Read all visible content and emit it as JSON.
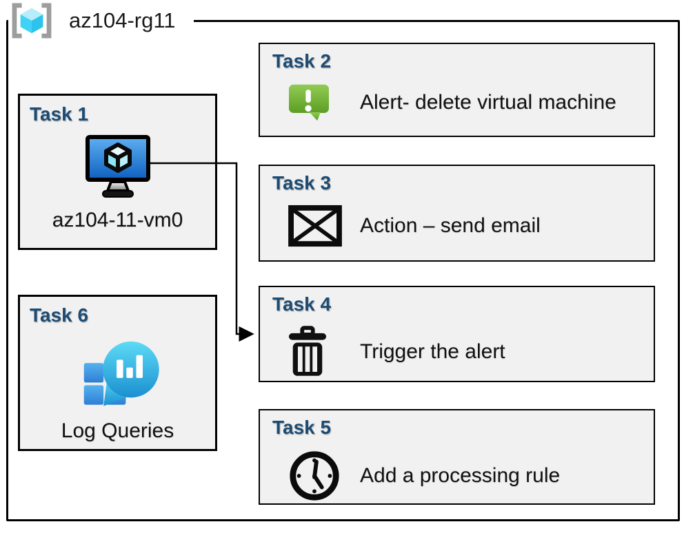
{
  "resource_group": {
    "name": "az104-rg11",
    "icon": "resource-group-icon"
  },
  "tasks": [
    {
      "number": "Task 1",
      "label": "az104-11-vm0",
      "icon": "virtual-machine-icon"
    },
    {
      "number": "Task 2",
      "label": "Alert- delete virtual machine",
      "icon": "alert-chat-icon"
    },
    {
      "number": "Task 3",
      "label": "Action – send email",
      "icon": "email-envelope-icon"
    },
    {
      "number": "Task 4",
      "label": "Trigger the alert",
      "icon": "trash-icon"
    },
    {
      "number": "Task 5",
      "label": "Add a processing rule",
      "icon": "clock-icon"
    },
    {
      "number": "Task 6",
      "label": "Log Queries",
      "icon": "log-analytics-icon"
    }
  ],
  "connector": {
    "from": "Task 1 virtual machine",
    "to": "Task 4"
  },
  "colors": {
    "task_title_blue": "#1c4b73",
    "box_fill": "#f1f1f1",
    "box_border": "#000000",
    "vm_screen_blue": "#2f86dd",
    "alert_green": "#76b93e",
    "log_bubble_teal": "#2bb3e3",
    "log_square_blue": "#3f9be4",
    "rg_cube_cyan": "#45d2f5",
    "rg_bracket_gray": "#9d9d9d"
  }
}
